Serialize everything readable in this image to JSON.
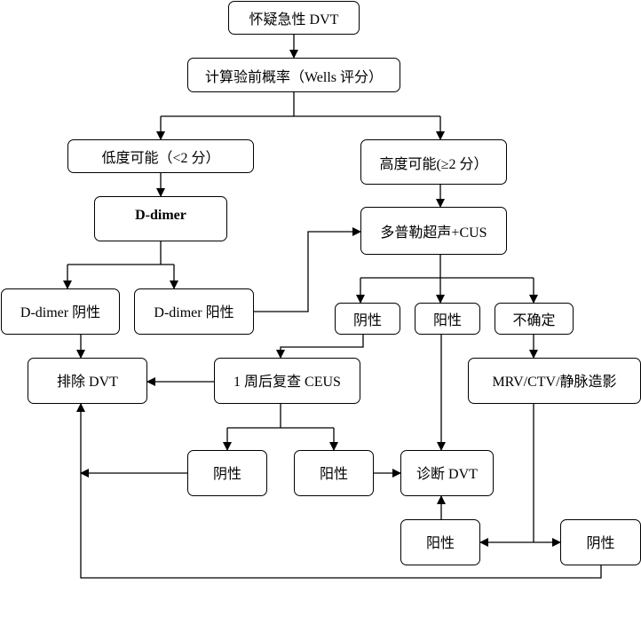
{
  "nodes": {
    "suspect": "怀疑急性 DVT",
    "wells": "计算验前概率（Wells 评分）",
    "low": "低度可能（<2 分）",
    "high": "高度可能(≥2 分）",
    "ddimer": "D-dimer",
    "doppler": "多普勒超声+CUS",
    "ddimer_neg": "D-dimer 阴性",
    "ddimer_pos": "D-dimer 阳性",
    "us_neg": "阴性",
    "us_pos": "阳性",
    "us_uncertain": "不确定",
    "exclude": "排除 DVT",
    "ceus": "1 周后复查 CEUS",
    "mrv": "MRV/CTV/静脉造影",
    "ceus_neg": "阴性",
    "ceus_pos": "阳性",
    "diagnose": "诊断 DVT",
    "mrv_pos": "阳性",
    "mrv_neg": "阴性"
  }
}
